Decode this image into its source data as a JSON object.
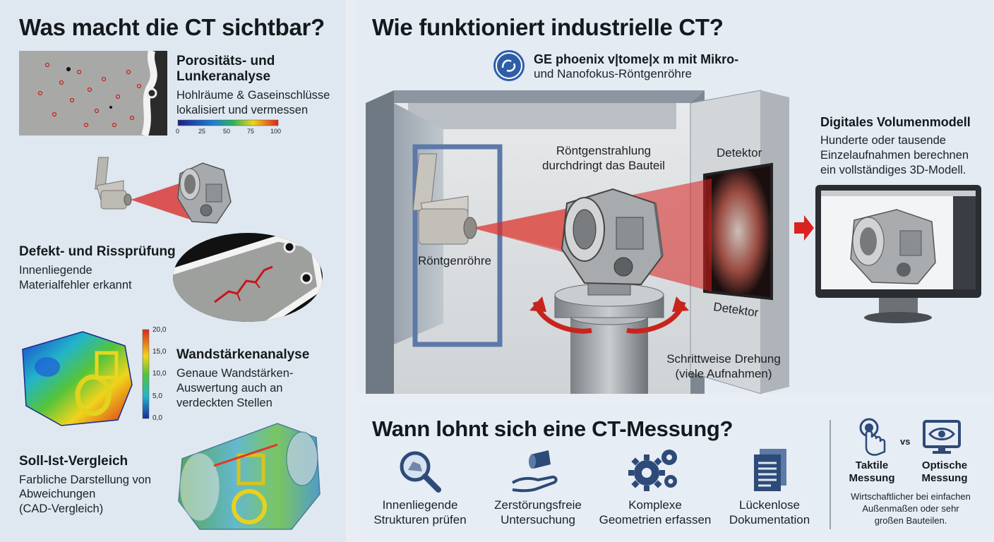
{
  "left": {
    "title": "Was macht die CT sichtbar?",
    "porosity": {
      "heading_line1": "Porositäts- und",
      "heading_line2": "Lunkeranalyse",
      "desc_line1": "Hohlräume & Gaseinschlüsse",
      "desc_line2": "lokalisiert und vermessen",
      "scale_ticks": [
        "0",
        "25",
        "50",
        "75",
        "100"
      ]
    },
    "defect": {
      "heading": "Defekt- und Rissprüfung",
      "desc_line1": "Innenliegende",
      "desc_line2": "Materialfehler erkannt"
    },
    "wall": {
      "heading": "Wandstärkenanalyse",
      "desc_line1": "Genaue Wandstärken-",
      "desc_line2": "Auswertung auch an",
      "desc_line3": "verdeckten Stellen",
      "scale_ticks": [
        "20,0",
        "15,0",
        "10,0",
        "5,0",
        "0,0"
      ]
    },
    "nominal": {
      "heading": "Soll-Ist-Vergleich",
      "desc_line1": "Farbliche Darstellung von",
      "desc_line2": "Abweichungen",
      "desc_line3": "(CAD-Vergleich)"
    }
  },
  "how": {
    "title": "Wie funktioniert industrielle CT?",
    "brand_line1": "GE phoenix v|tome|x m mit Mikro-",
    "brand_line2": "und Nanofokus-Röntgenröhre",
    "ray_line1": "Röntgenstrahlung",
    "ray_line2": "durchdringt das Bauteil",
    "tube_label": "Röntgenröhre",
    "detector_top": "Detektor",
    "detector_bottom": "Detektor",
    "rotation_line1": "Schrittweise Drehung",
    "rotation_line2": "(viele Aufnahmen)",
    "volume_heading": "Digitales Volumenmodell",
    "volume_line1": "Hunderte oder tausende",
    "volume_line2": "Einzelaufnahmen berechnen",
    "volume_line3": "ein vollständiges 3D-Modell."
  },
  "when": {
    "title": "Wann lohnt sich eine CT-Messung?",
    "items": [
      {
        "line1": "Innenliegende",
        "line2": "Strukturen prüfen",
        "icon": "magnifier-icon"
      },
      {
        "line1": "Zerstörungsfreie",
        "line2": "Untersuchung",
        "icon": "hand-part-icon"
      },
      {
        "line1": "Komplexe",
        "line2": "Geometrien erfassen",
        "icon": "gears-icon"
      },
      {
        "line1": "Lückenlose",
        "line2": "Dokumentation",
        "icon": "documents-icon"
      }
    ],
    "tactile_line1": "Taktile",
    "tactile_line2": "Messung",
    "vs": "vs",
    "optical_line1": "Optische",
    "optical_line2": "Messung",
    "note_line1": "Wirtschaftlicher bei einfachen",
    "note_line2": "Außenmaßen oder sehr",
    "note_line3": "großen Bauteilen."
  },
  "colors": {
    "ray": "#d9231f",
    "icon_blue": "#2e4a78",
    "panel": "#dfe8f1"
  }
}
